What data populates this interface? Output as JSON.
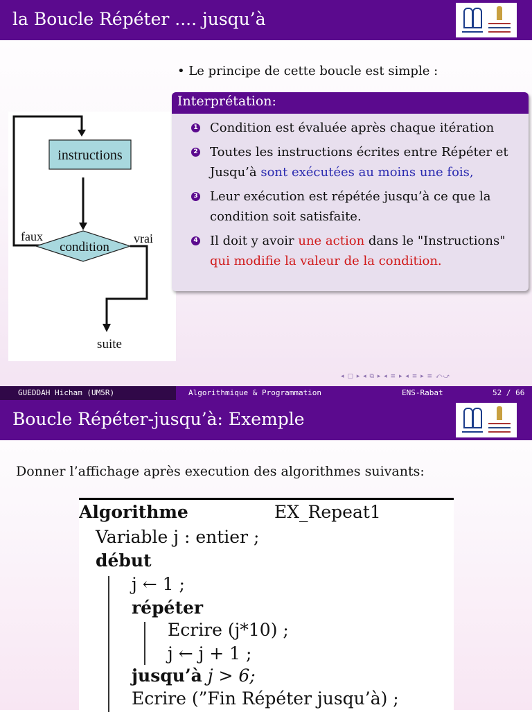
{
  "slide1": {
    "title": "la Boucle Répéter .... jusqu’à",
    "bullet": "• Le principe de cette boucle est simple :",
    "flowchart": {
      "box_label": "instructions",
      "diamond_label": "condition",
      "false_label": "faux",
      "true_label": "vrai",
      "exit_label": "suite"
    },
    "block": {
      "header": "Interprétation:",
      "items": [
        {
          "number": "1",
          "text": "Condition est évaluée après chaque itération"
        },
        {
          "number": "2",
          "text_a": "Toutes les instructions écrites entre Répéter et Jusqu’à ",
          "text_highlight": "sont exécutées au moins une fois,",
          "highlight_color": "#2b2bb0"
        },
        {
          "number": "3",
          "text": "Leur exécution est répétée jusqu’à ce que la condition soit satisfaite."
        },
        {
          "number": "4",
          "text_a": "Il doit y avoir ",
          "text_red1": "une action",
          "text_b": " dans le \"Instructions\" ",
          "text_red2": "qui modifie la valeur de la condition.",
          "highlight_color": "#d01818"
        }
      ]
    },
    "nav_symbols": "◂ ▢ ▸ ◂ ⧉ ▸ ◂ ≡ ▸ ◂ ≡ ▸ ≡ ⤺⤻",
    "footer": {
      "author": "GUEDDAH Hicham (UM5R)",
      "course": "Algorithmique & Programmation",
      "institution": "ENS-Rabat",
      "page": "52 / 66"
    }
  },
  "slide2": {
    "title": "Boucle Répéter-jusqu’à: Exemple",
    "question": "Donner l’affichage après execution des algorithmes suivants:",
    "algorithm": {
      "kw_algo": "Algorithme",
      "name": "EX_Repeat1",
      "line_var": "Variable j : entier ;",
      "kw_debut": "début",
      "line_init": "j ← 1 ;",
      "kw_repeter": "répéter",
      "line_write": "Ecrire (j*10) ;",
      "line_incr": "j ← j + 1 ;",
      "kw_jusqua": "jusqu’à",
      "cond": "j > 6;",
      "line_end": "Ecrire (”Fin Répéter jusqu’à) ;"
    }
  }
}
